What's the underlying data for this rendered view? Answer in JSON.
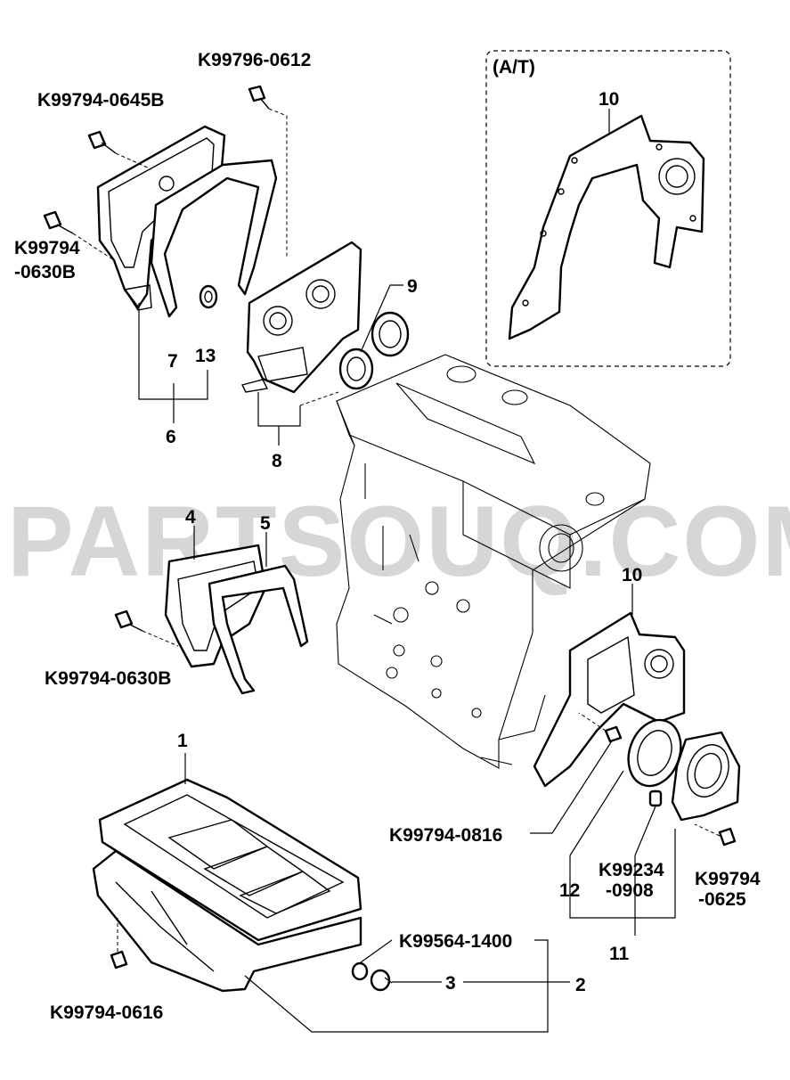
{
  "variant_label": "(A/T)",
  "watermark": "PARTSOUQ.COM",
  "bolt_codes": {
    "bolt_0612": "K99796-0612",
    "bolt_0645b": "K99794-0645B",
    "bolt_0630b_top_a": "K99794",
    "bolt_0630b_top_b": "-0630B",
    "bolt_0630b_mid": "K99794-0630B",
    "bolt_0816": "K99794-0816",
    "bolt_0908_a": "K99234",
    "bolt_0908_b": "-0908",
    "bolt_0625_a": "K99794",
    "bolt_0625_b": "-0625",
    "plug_1400": "K99564-1400",
    "bolt_0616": "K99794-0616"
  },
  "callouts": {
    "c1": "1",
    "c2": "2",
    "c3": "3",
    "c4": "4",
    "c5": "5",
    "c6": "6",
    "c7": "7",
    "c8": "8",
    "c9": "9",
    "c10_top": "10",
    "c10_mid": "10",
    "c11": "11",
    "c12": "12",
    "c13": "13"
  }
}
